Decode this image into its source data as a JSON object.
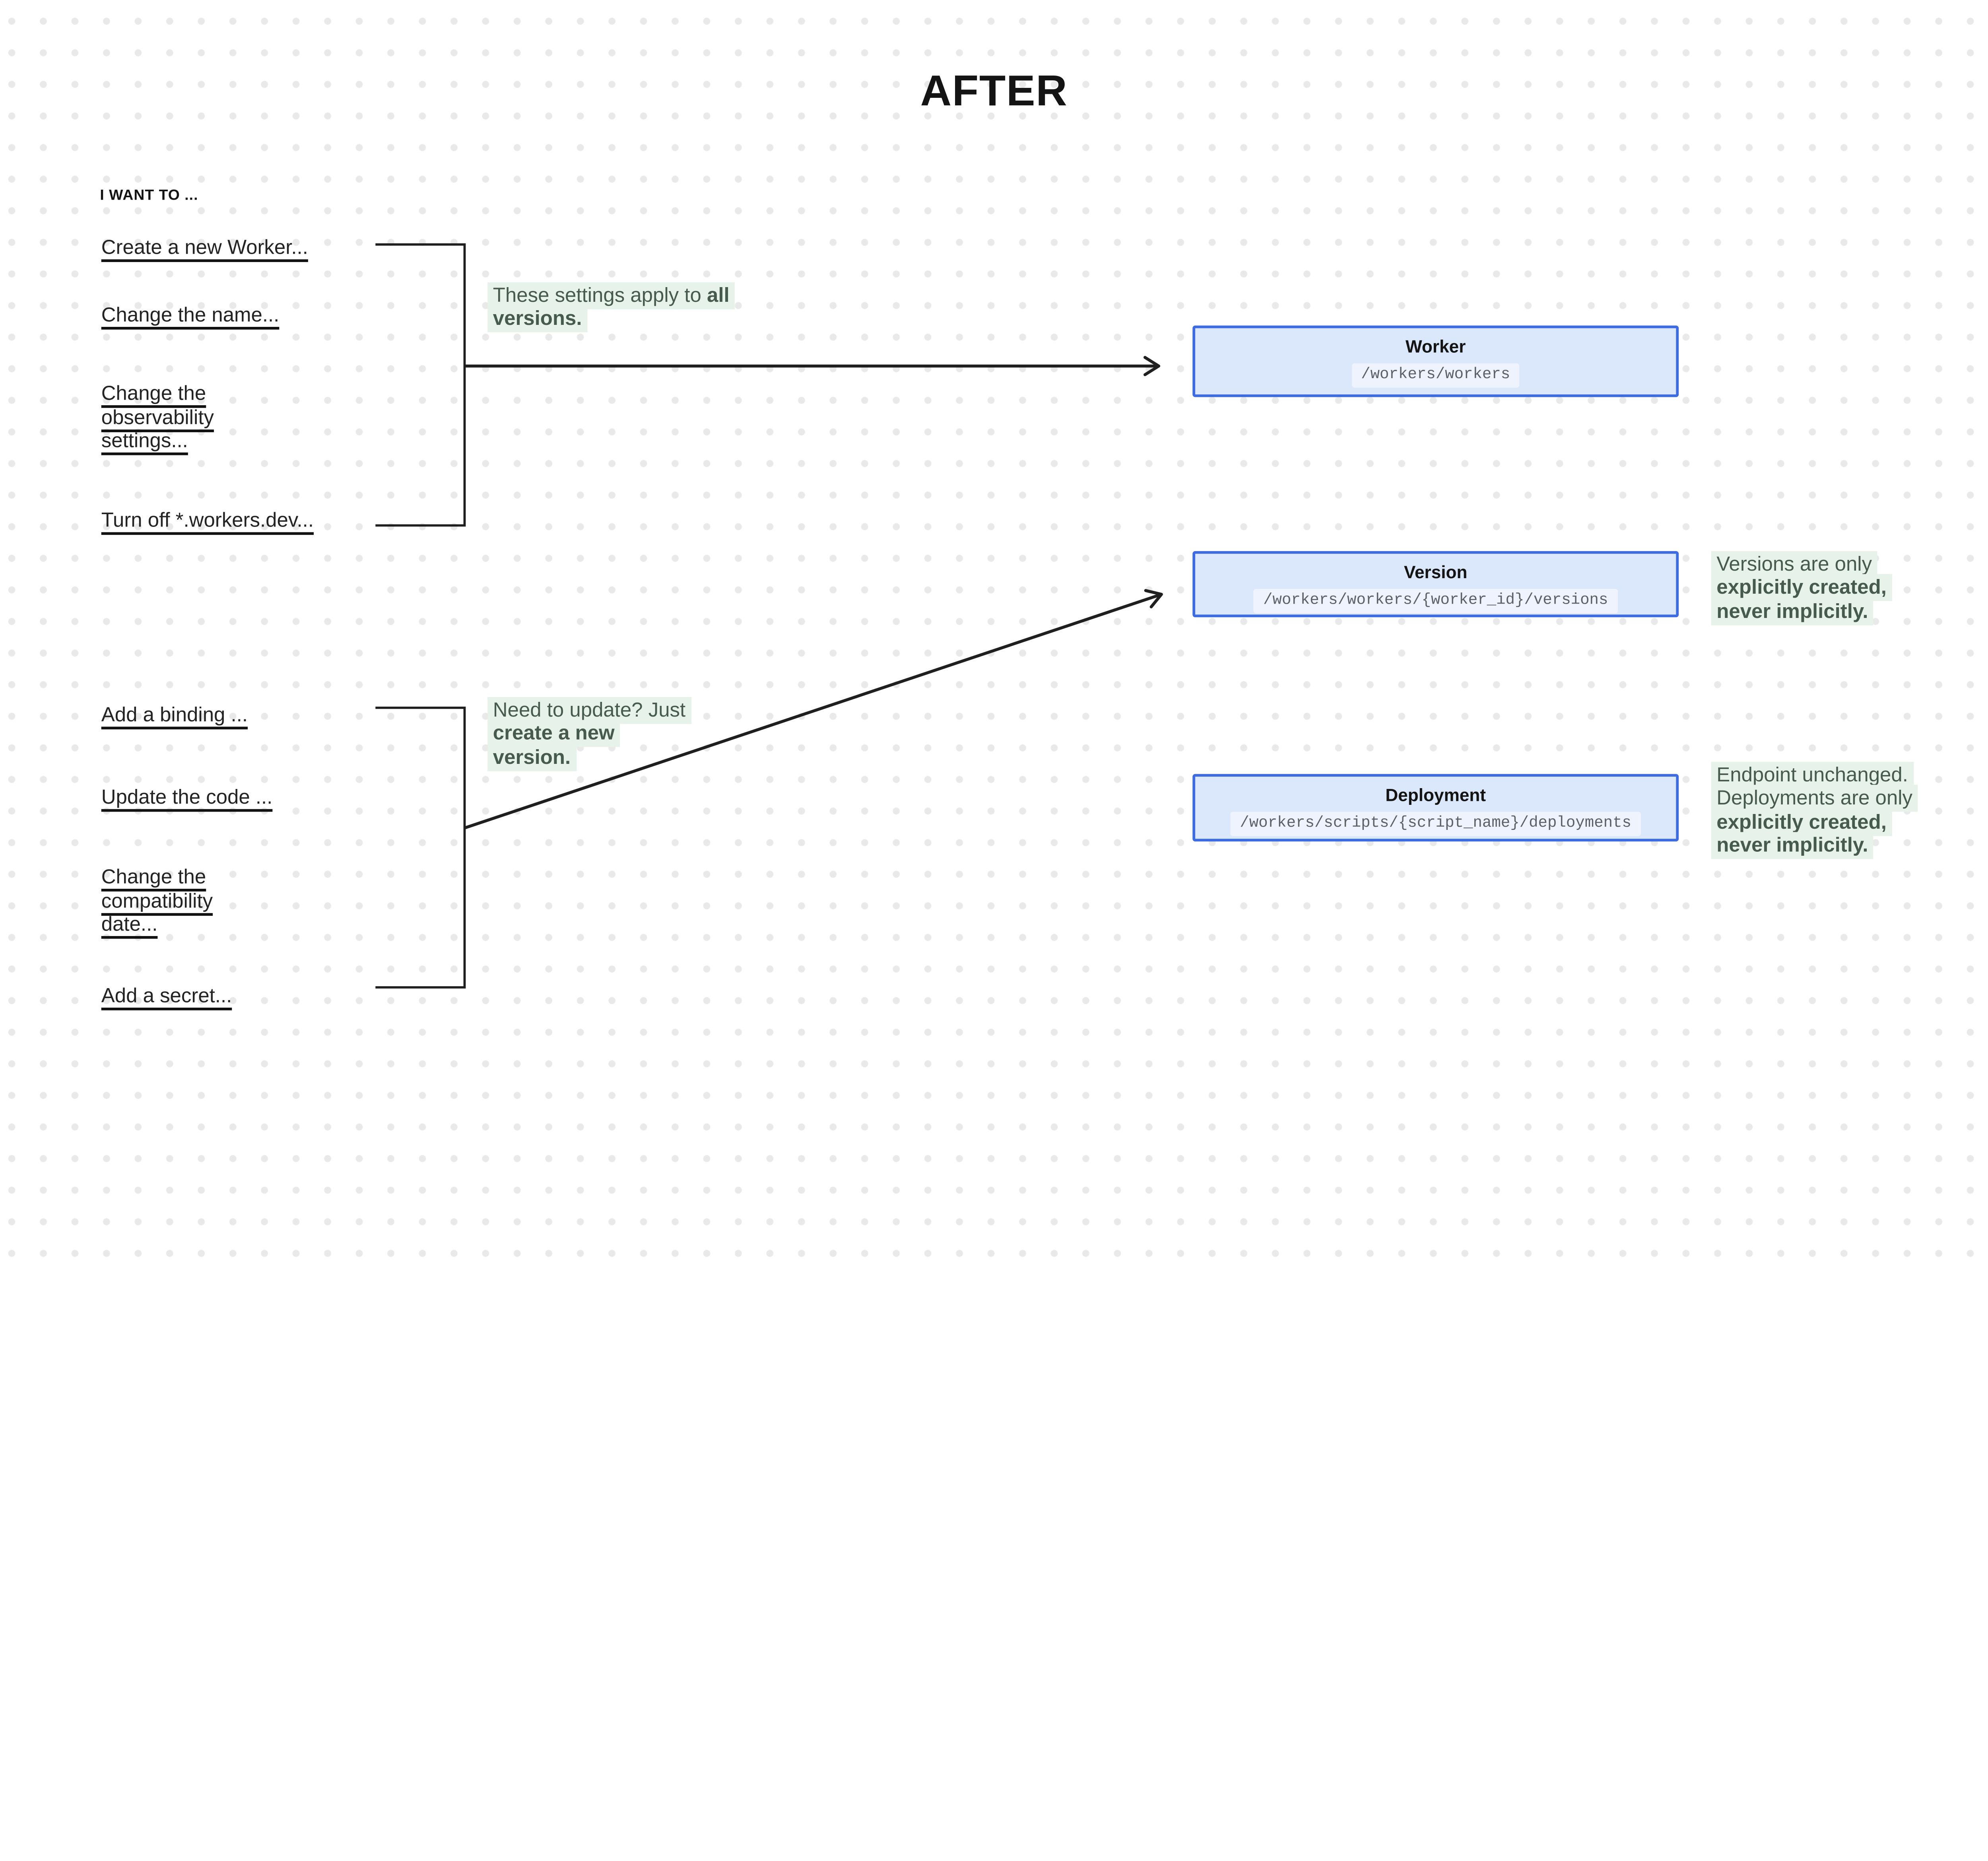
{
  "page": {
    "title": "AFTER",
    "menu_heading": "I WANT TO ..."
  },
  "menu": {
    "items": [
      {
        "label": "Create a new Worker..."
      },
      {
        "label": "Change the name..."
      },
      {
        "label": "Change the observability settings..."
      },
      {
        "label": "Turn off *.workers.dev..."
      },
      {
        "label": "Add a binding ..."
      },
      {
        "label": "Update the code ..."
      },
      {
        "label": "Change the compatibility date..."
      },
      {
        "label": "Add a secret..."
      }
    ]
  },
  "boxes": {
    "worker": {
      "title": "Worker",
      "path": "/workers/workers"
    },
    "version": {
      "title": "Version",
      "path": "/workers/workers/{worker_id}/versions"
    },
    "deployment": {
      "title": "Deployment",
      "path": "/workers/scripts/{script_name}/deployments"
    }
  },
  "annotations": {
    "all_versions": {
      "plain": "These settings apply to ",
      "bold": "all versions."
    },
    "new_version": {
      "plain": "Need to update? Just ",
      "bold": "create a new version."
    },
    "versions_explicit": {
      "plain": "Versions are only ",
      "bold": "explicitly created, never implicitly."
    },
    "deployments_explicit": {
      "plain": "Endpoint unchanged. Deployments are only ",
      "bold": "explicitly created, never implicitly."
    }
  },
  "colors": {
    "accent_blue": "#3d6ce0",
    "box_fill": "#dbe7fa",
    "code_pill_fill": "#eef3fd",
    "highlight_green": "#e7f2eb",
    "green_text": "#475a4e",
    "ink": "#1f1f1f",
    "grid_dot": "#e9e9e9"
  }
}
